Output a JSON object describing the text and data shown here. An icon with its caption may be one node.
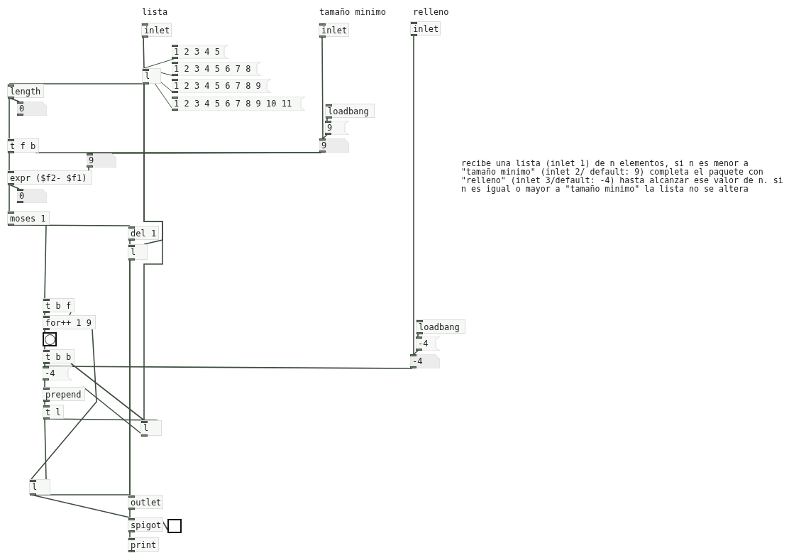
{
  "diagram": {
    "nodes": [
      {
        "text": [
          "inlet"
        ]
      },
      {
        "text": [
          "1 2 3 4 5"
        ]
      },
      {
        "text": [
          "1 2 3 4 5 6 7 8"
        ]
      },
      {
        "text": [
          "1 2 3 4 5 6 7 8 9"
        ]
      },
      {
        "text": [
          "1 2 3 4 5 6 7 8 9 10 11"
        ]
      },
      {
        "text": [
          "l"
        ]
      },
      {
        "text": [
          "inlet"
        ]
      },
      {
        "text": [
          "inlet"
        ]
      },
      {
        "text": [
          "length"
        ]
      },
      {
        "text": [
          "0"
        ]
      },
      {
        "text": [
          "loadbang"
        ]
      },
      {
        "text": [
          "9"
        ]
      },
      {
        "text": [
          "9"
        ]
      },
      {
        "text": [
          "t f b"
        ]
      },
      {
        "text": [
          "9"
        ]
      },
      {
        "text": [
          "expr ($f2- $f1)"
        ]
      },
      {
        "text": [
          "0"
        ]
      },
      {
        "text": [
          "moses 1"
        ]
      },
      {
        "text": [
          "del 1"
        ]
      },
      {
        "text": [
          "l"
        ]
      },
      {
        "text": [
          "t b f"
        ]
      },
      {
        "text": [
          "for++ 1 9"
        ]
      },
      {
        "text": [],
        "shape": "circle"
      },
      {
        "text": [
          "loadbang"
        ]
      },
      {
        "text": [
          "-4"
        ]
      },
      {
        "text": [
          "-4"
        ]
      },
      {
        "text": [
          "t b b"
        ]
      },
      {
        "text": [
          "-4"
        ]
      },
      {
        "text": [
          "prepend"
        ]
      },
      {
        "text": [
          "t l"
        ]
      },
      {
        "text": [
          "l"
        ]
      },
      {
        "text": [
          "l"
        ]
      },
      {
        "text": [
          "outlet"
        ]
      },
      {
        "text": [
          "spigot"
        ]
      },
      {
        "text": [],
        "shape": "box"
      },
      {
        "text": [
          "print"
        ]
      }
    ],
    "edges": [
      {
        "from": 0,
        "to": 5,
        "arrow": "none"
      },
      {
        "from": 1,
        "to": 5,
        "arrow": "none"
      },
      {
        "from": 2,
        "to": 5,
        "arrow": "none"
      },
      {
        "from": 3,
        "to": 5,
        "arrow": "none"
      },
      {
        "from": 4,
        "to": 5,
        "arrow": "none"
      },
      {
        "from": 5,
        "to": 8,
        "arrow": "none"
      },
      {
        "from": 5,
        "to": 19,
        "arrow": "none"
      },
      {
        "from": 5,
        "to": 30,
        "arrow": "none"
      },
      {
        "from": 8,
        "to": 13,
        "arrow": "none"
      },
      {
        "from": 8,
        "to": 9,
        "arrow": "none"
      },
      {
        "from": 13,
        "to": 15,
        "arrow": "none"
      },
      {
        "from": 13,
        "to": 12,
        "arrow": "none"
      },
      {
        "from": 12,
        "to": 14,
        "arrow": "none"
      },
      {
        "from": 14,
        "to": 15,
        "arrow": "none"
      },
      {
        "from": 6,
        "to": 12,
        "arrow": "none"
      },
      {
        "from": 10,
        "to": 11,
        "arrow": "none"
      },
      {
        "from": 11,
        "to": 12,
        "arrow": "none"
      },
      {
        "from": 15,
        "to": 16,
        "arrow": "none"
      },
      {
        "from": 15,
        "to": 17,
        "arrow": "none"
      },
      {
        "from": 17,
        "to": 18,
        "arrow": "none"
      },
      {
        "from": 17,
        "to": 20,
        "arrow": "none"
      },
      {
        "from": 18,
        "to": 19,
        "arrow": "none"
      },
      {
        "from": 19,
        "to": 32,
        "arrow": "none"
      },
      {
        "from": 19,
        "to": 33,
        "arrow": "none"
      },
      {
        "from": 20,
        "to": 21,
        "arrow": "none"
      },
      {
        "from": 20,
        "to": 21,
        "arrow": "none"
      },
      {
        "from": 21,
        "to": 22,
        "arrow": "none"
      },
      {
        "from": 21,
        "to": 31,
        "arrow": "none"
      },
      {
        "from": 22,
        "to": 26,
        "arrow": "none"
      },
      {
        "from": 26,
        "to": 27,
        "arrow": "none"
      },
      {
        "from": 26,
        "to": 30,
        "arrow": "none"
      },
      {
        "from": 27,
        "to": 28,
        "arrow": "none"
      },
      {
        "from": 28,
        "to": 29,
        "arrow": "none"
      },
      {
        "from": 29,
        "to": 30,
        "arrow": "none"
      },
      {
        "from": 29,
        "to": 31,
        "arrow": "none"
      },
      {
        "from": 30,
        "to": 28,
        "arrow": "none"
      },
      {
        "from": 7,
        "to": 25,
        "arrow": "none"
      },
      {
        "from": 23,
        "to": 24,
        "arrow": "none"
      },
      {
        "from": 24,
        "to": 25,
        "arrow": "none"
      },
      {
        "from": 25,
        "to": 27,
        "arrow": "none"
      },
      {
        "from": 31,
        "to": 32,
        "arrow": "none"
      },
      {
        "from": 31,
        "to": 33,
        "arrow": "none"
      },
      {
        "from": 34,
        "to": 33,
        "arrow": "none"
      },
      {
        "from": 33,
        "to": 35,
        "arrow": "none"
      }
    ],
    "labels": [
      "lista",
      "tamaño minimo",
      "relleno",
      "recibe una lista (inlet 1) de n elementos, si n es menor a \"tamaño minimo\" (inlet 2/ default: 9) completa el paquete con \"relleno\" (inlet 3/default: -4) hasta alcanzar ese valor de n. si n es igual o mayor a \"tamaño minimo\" la lista no se altera"
    ]
  }
}
